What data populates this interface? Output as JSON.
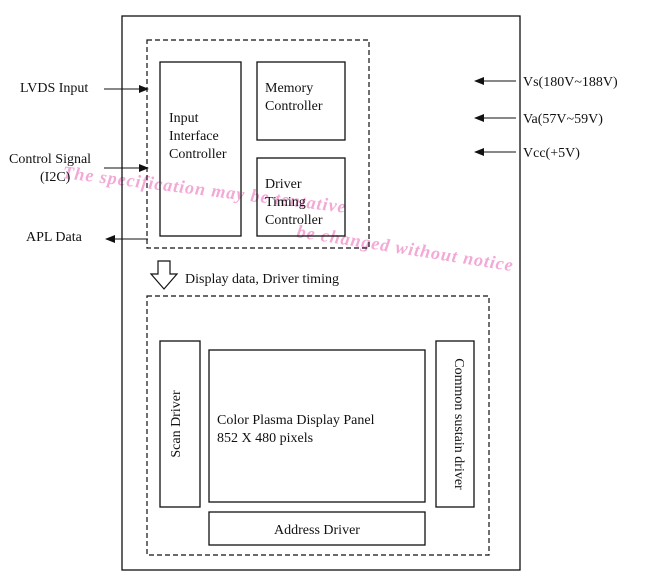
{
  "inputs": {
    "lvds": "LVDS Input",
    "control_line1": "Control Signal",
    "control_line2": "(I2C)",
    "apl": "APL Data"
  },
  "power": {
    "vs": "Vs(180V~188V)",
    "va": "Va(57V~59V)",
    "vcc": "Vcc(+5V)"
  },
  "controller": {
    "input_interface": [
      "Input",
      "Interface",
      "Controller"
    ],
    "memory": [
      "Memory",
      "Controller"
    ],
    "driver_timing": [
      "Driver",
      "Timing",
      "Controller"
    ]
  },
  "flow_label": "Display data, Driver timing",
  "panel": {
    "scan_driver": "Scan Driver",
    "display_line1": "Color Plasma Display Panel",
    "display_line2": "852 X 480 pixels",
    "common_sustain": "Common sustain driver",
    "address_driver": "Address Driver"
  },
  "watermark": {
    "line1": "The specification may be tentative",
    "line2": "be changed without notice"
  },
  "colors": {
    "watermark": "#f3a9d6",
    "line": "#111111"
  }
}
